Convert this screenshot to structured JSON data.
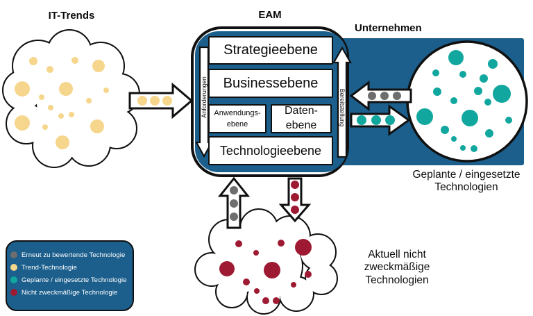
{
  "colors": {
    "blue": "#1c5f8c",
    "yellow": "#f6d68c",
    "teal": "#11a79f",
    "gray": "#6e6e6e",
    "red": "#9e1a32",
    "ink": "#101010",
    "white": "#ffffff"
  },
  "labels": {
    "it_trends": "IT-Trends",
    "eam": "EAM",
    "unternehmen": "Unternehmen",
    "geplante": "Geplante / eingesetzte\nTechnologien",
    "aktuell": "Aktuell nicht\nzweckmäßige\nTechnologien"
  },
  "eam_layers": {
    "strategie": "Strategieebene",
    "business": "Businessebene",
    "anwendung": "Anwendungs-\nebene",
    "daten": "Daten-\nebene",
    "technologie": "Technologieebene"
  },
  "flow_labels": {
    "anforderungen": "Anforderungen",
    "bereitstellung": "Bereitstellung"
  },
  "legend": {
    "items": [
      {
        "color": "gray",
        "label": "Erneut zu bewertende Technologie"
      },
      {
        "color": "yellow",
        "label": "Trend-Technologie"
      },
      {
        "color": "teal",
        "label": "Geplante / eingesetzte Technologie"
      },
      {
        "color": "red",
        "label": "Nicht zweckmäßige Technologie"
      }
    ]
  },
  "dot_groups": [
    {
      "name": "trend-technology",
      "color": "yellow",
      "dots": [
        [
          48,
          88,
          6
        ],
        [
          72,
          100,
          5
        ],
        [
          108,
          87,
          5
        ],
        [
          142,
          95,
          9
        ],
        [
          32,
          128,
          11
        ],
        [
          95,
          128,
          10
        ],
        [
          60,
          140,
          4
        ],
        [
          153,
          130,
          4
        ],
        [
          128,
          145,
          4
        ],
        [
          73,
          155,
          4
        ],
        [
          32,
          177,
          11
        ],
        [
          88,
          167,
          4
        ],
        [
          103,
          165,
          4
        ],
        [
          65,
          183,
          4
        ],
        [
          140,
          182,
          10
        ],
        [
          90,
          205,
          10
        ]
      ]
    },
    {
      "name": "trend-flow",
      "color": "yellow",
      "dots": [
        [
          205,
          145,
          7
        ],
        [
          223,
          145,
          7
        ],
        [
          241,
          145,
          7
        ]
      ]
    },
    {
      "name": "planned-technology",
      "color": "teal",
      "dots": [
        [
          657,
          83,
          11
        ],
        [
          710,
          92,
          7
        ],
        [
          628,
          105,
          5
        ],
        [
          667,
          107,
          5
        ],
        [
          697,
          113,
          6
        ],
        [
          630,
          132,
          6
        ],
        [
          689,
          131,
          6
        ],
        [
          723,
          135,
          13
        ],
        [
          654,
          145,
          5
        ],
        [
          703,
          147,
          5
        ],
        [
          612,
          168,
          12
        ],
        [
          677,
          170,
          12
        ],
        [
          733,
          173,
          5
        ],
        [
          641,
          187,
          6
        ],
        [
          705,
          192,
          6
        ],
        [
          654,
          200,
          4
        ],
        [
          667,
          213,
          4
        ],
        [
          683,
          214,
          5
        ]
      ]
    },
    {
      "name": "reassess-flow",
      "color": "gray",
      "dots": [
        [
          536,
          138,
          6
        ],
        [
          554,
          138,
          6
        ],
        [
          572,
          138,
          6
        ]
      ]
    },
    {
      "name": "provision-flow",
      "color": "teal",
      "dots": [
        [
          521,
          173,
          7
        ],
        [
          542,
          173,
          7
        ],
        [
          562,
          173,
          7
        ]
      ]
    },
    {
      "name": "reassess-up-flow",
      "color": "gray",
      "dots": [
        [
          337,
          274,
          6
        ],
        [
          337,
          293,
          6
        ],
        [
          337,
          312,
          6
        ]
      ]
    },
    {
      "name": "discard-flow",
      "color": "red",
      "dots": [
        [
          425,
          266,
          6
        ],
        [
          425,
          284,
          6
        ],
        [
          425,
          302,
          6
        ]
      ]
    },
    {
      "name": "unsuitable-technology",
      "color": "red",
      "dots": [
        [
          344,
          351,
          5
        ],
        [
          405,
          350,
          5
        ],
        [
          437,
          356,
          12
        ],
        [
          369,
          364,
          4
        ],
        [
          327,
          387,
          11
        ],
        [
          392,
          389,
          12
        ],
        [
          444,
          395,
          5
        ],
        [
          355,
          406,
          5
        ],
        [
          423,
          410,
          4
        ],
        [
          370,
          419,
          4
        ],
        [
          383,
          433,
          5
        ],
        [
          398,
          433,
          5
        ]
      ]
    }
  ]
}
